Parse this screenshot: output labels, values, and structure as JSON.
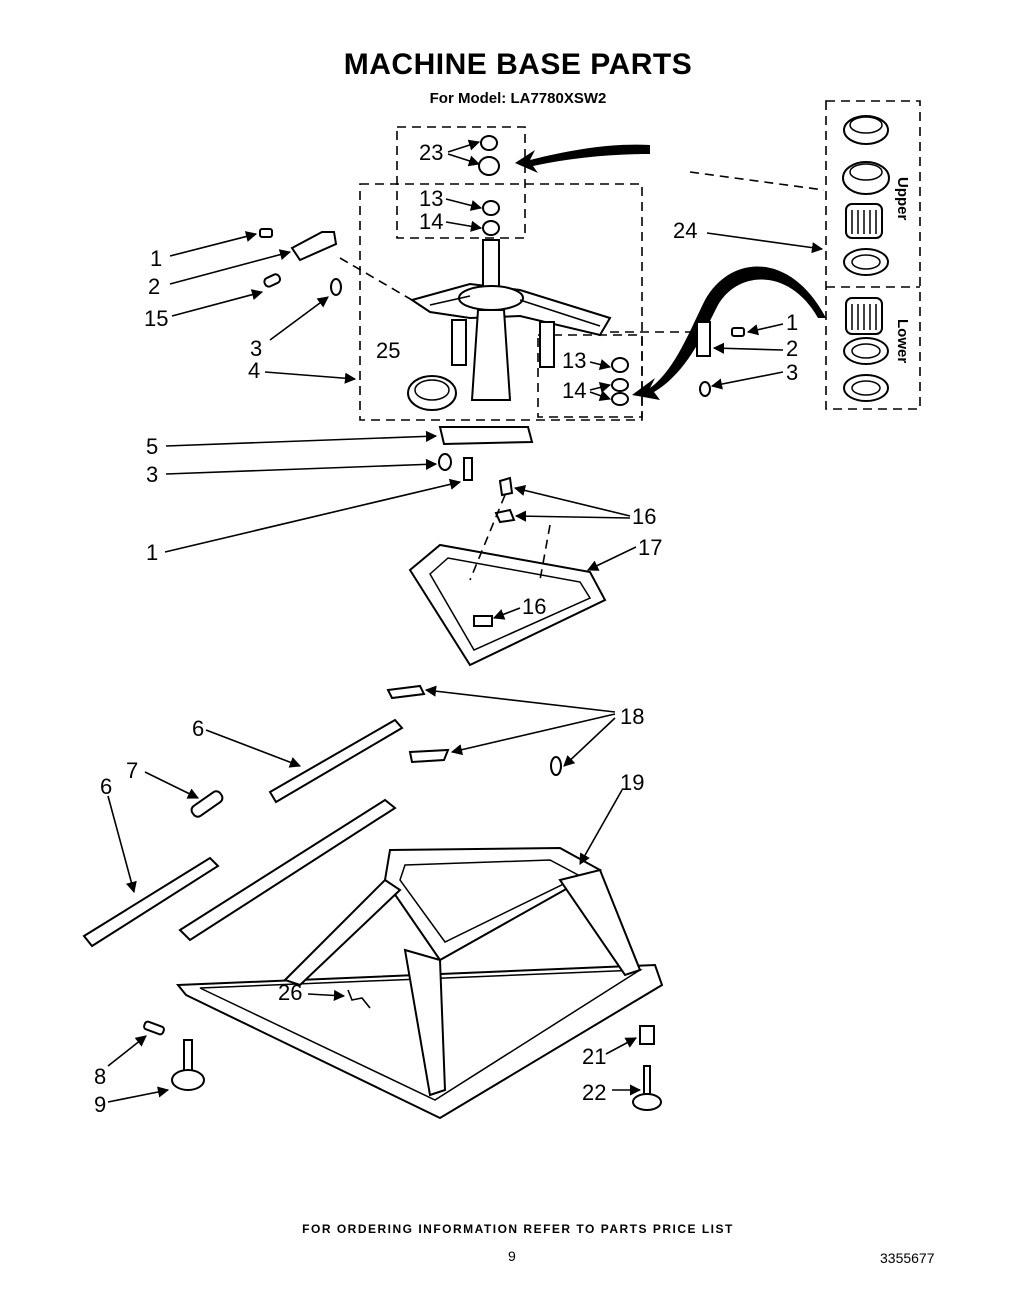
{
  "header": {
    "title": "MACHINE BASE PARTS",
    "model": "For Model: LA7780XSW2"
  },
  "bearing_kit": {
    "upper_label": "Upper",
    "lower_label": "Lower"
  },
  "callouts": {
    "c1a": "1",
    "c2a": "2",
    "c15": "15",
    "c3a": "3",
    "c4": "4",
    "c25": "25",
    "c23": "23",
    "c13a": "13",
    "c14a": "14",
    "c24": "24",
    "c1b": "1",
    "c2b": "2",
    "c3b": "3",
    "c13b": "13",
    "c14b": "14",
    "c5": "5",
    "c3c": "3",
    "c1c": "1",
    "c16a": "16",
    "c17": "17",
    "c16b": "16",
    "c6a": "6",
    "c7": "7",
    "c6b": "6",
    "c18": "18",
    "c19": "19",
    "c26": "26",
    "c8": "8",
    "c9": "9",
    "c21": "21",
    "c22": "22"
  },
  "footer": {
    "ordering_info": "FOR ORDERING INFORMATION REFER TO PARTS PRICE LIST",
    "page_number": "9",
    "document_number": "3355677"
  }
}
